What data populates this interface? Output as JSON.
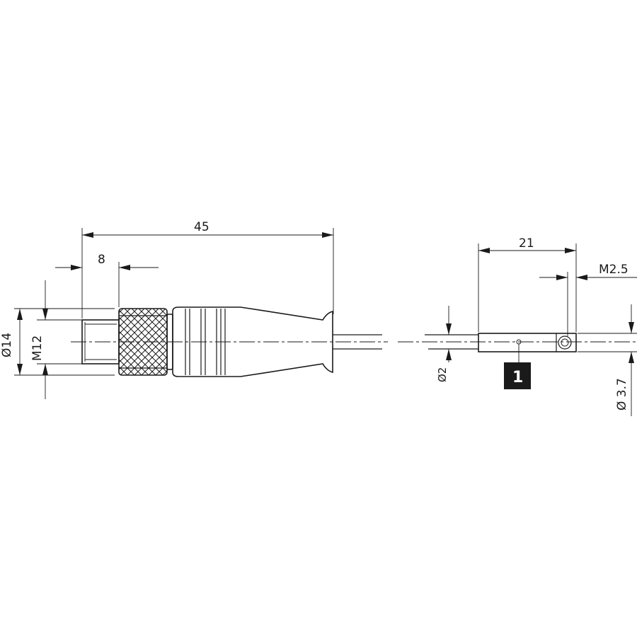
{
  "dimensions": {
    "overall_length": "45",
    "thread_length": "8",
    "body_diameter": "Ø14",
    "thread_size": "M12",
    "sensor_length": "21",
    "screw_thread": "M2.5",
    "cable_diameter": "Ø2",
    "sensor_diameter": "Ø 3.7"
  },
  "callout": {
    "marker": "1",
    "marker_bg": "#1a1a1a",
    "marker_fg": "#ffffff"
  },
  "line_color": "#1a1a1a"
}
